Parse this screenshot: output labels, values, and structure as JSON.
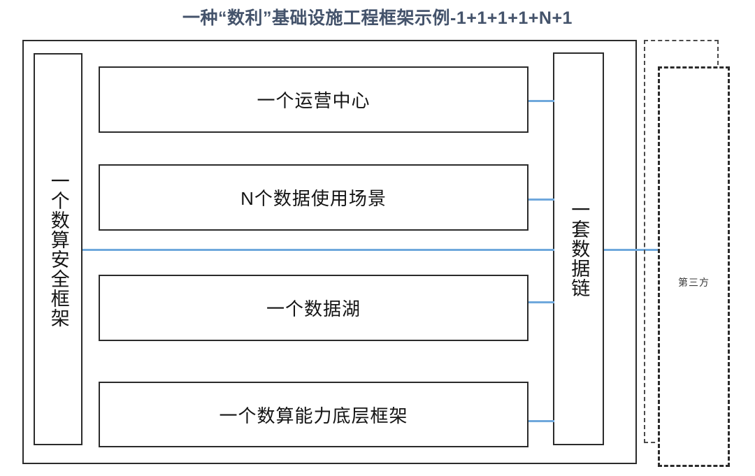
{
  "title": "一种“数利”基础设施工程框架示例-1+1+1+1+N+1",
  "colors": {
    "title": "#44536b",
    "connector": "#6fa8dc",
    "stroke": "#2b2b2b",
    "dashed_stroke": "#4a4a4a",
    "text": "#141414",
    "background": "#ffffff"
  },
  "diagram": {
    "left_panel": {
      "label": "一个数算安全框架",
      "orientation": "vertical"
    },
    "right_panel": {
      "label": "一套数据链",
      "orientation": "vertical"
    },
    "center_boxes": [
      {
        "label": "一个运营中心"
      },
      {
        "label": "N个数据使用场景"
      },
      {
        "label": "一个数据湖"
      },
      {
        "label": "一个数算能力底层框架"
      }
    ],
    "third_party": {
      "label": "第三方",
      "style": "dashed"
    },
    "connectors": [
      {
        "name": "box-1-to-data-chain"
      },
      {
        "name": "box-2-to-data-chain"
      },
      {
        "name": "box-3-to-data-chain"
      },
      {
        "name": "box-4-to-data-chain"
      },
      {
        "name": "security-framework-to-data-chain"
      },
      {
        "name": "data-chain-to-third-party"
      }
    ]
  }
}
